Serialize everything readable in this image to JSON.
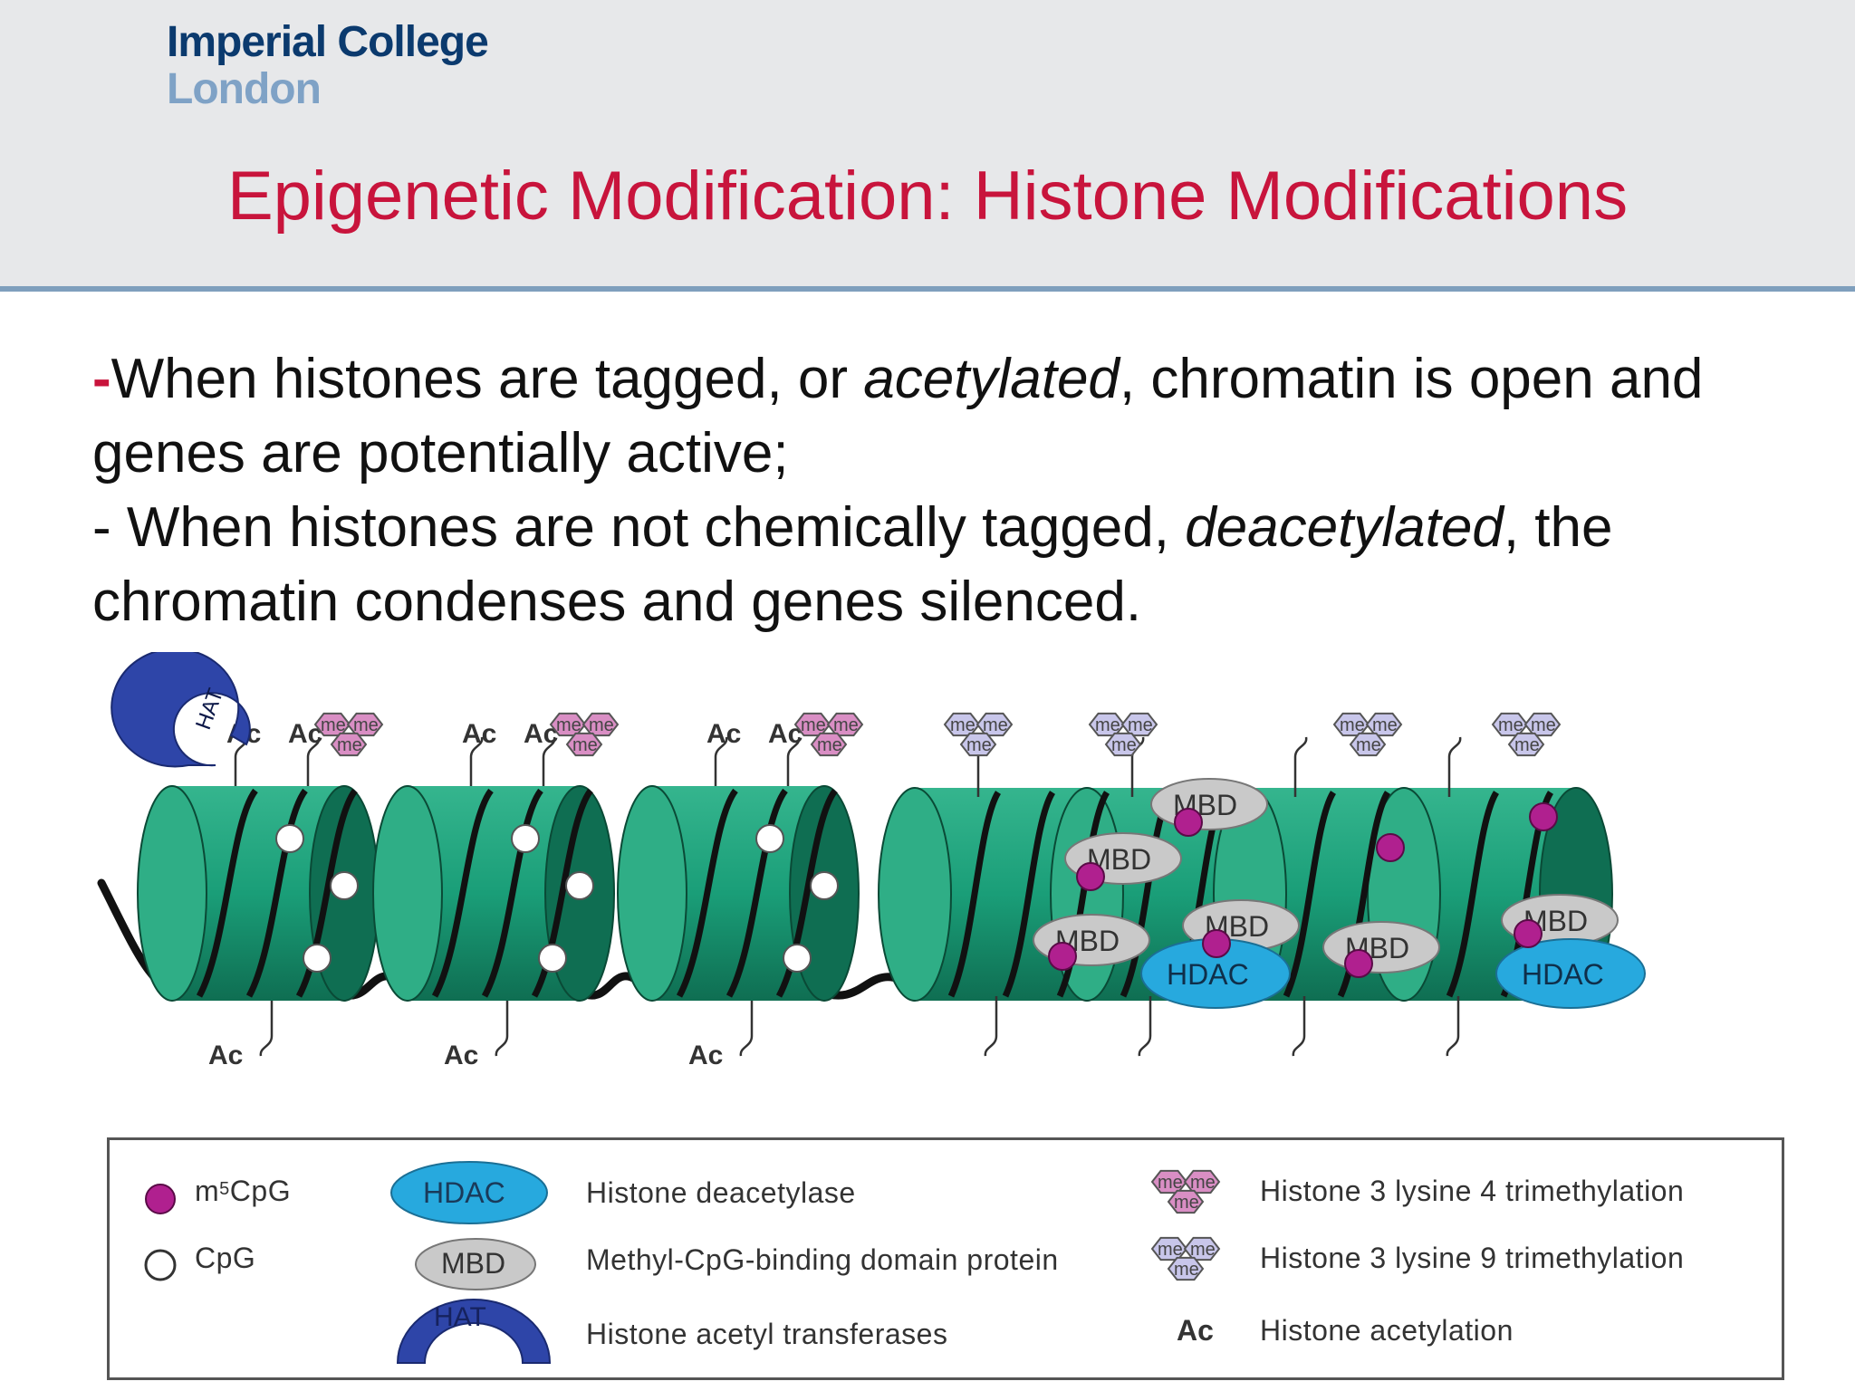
{
  "logo": {
    "line1": "Imperial College",
    "line2": "London"
  },
  "title": "Epigenetic Modification: Histone Modifications",
  "bullets": [
    {
      "dash": "-",
      "part1": "When histones are tagged, or ",
      "emphasis": "acetylated",
      "part2": ", chromatin is open and genes are potentially active;"
    },
    {
      "dash": "-",
      "part1": " When histones are not chemically tagged, ",
      "emphasis": "deacetylated",
      "part2": ", the chromatin condenses and genes silenced."
    }
  ],
  "diagram": {
    "labels": {
      "hat": "HAT",
      "ac": "Ac",
      "me": "me",
      "mbd": "MBD",
      "hdac": "HDAC"
    },
    "colors": {
      "nucleosome": "#1a9e78",
      "nucleosome_dark": "#0f6e52",
      "hat": "#2e45a8",
      "hdac": "#27a9de",
      "mbd": "#c9c9c9",
      "m5cpg": "#b0208f",
      "me_k4": "#d98ec4",
      "me_k9": "#c8c6ea"
    }
  },
  "legend": {
    "items": [
      {
        "symbol": "m5cpg-dot",
        "label_main": "m",
        "label_sup": "5",
        "label_rest": "CpG"
      },
      {
        "symbol": "cpg-dot",
        "label": "CpG"
      },
      {
        "symbol": "hdac-ellipse",
        "badge": "HDAC",
        "label": "Histone deacetylase"
      },
      {
        "symbol": "mbd-ellipse",
        "badge": "MBD",
        "label": "Methyl-CpG-binding domain protein"
      },
      {
        "symbol": "hat-arc",
        "badge": "HAT",
        "label": "Histone acetyl transferases"
      },
      {
        "symbol": "me-cluster-pink",
        "badge": "me",
        "label": "Histone 3 lysine 4 trimethylation"
      },
      {
        "symbol": "me-cluster-lavender",
        "badge": "me",
        "label": "Histone 3 lysine 9 trimethylation"
      },
      {
        "symbol": "ac-text",
        "badge": "Ac",
        "label": "Histone acetylation"
      }
    ]
  }
}
